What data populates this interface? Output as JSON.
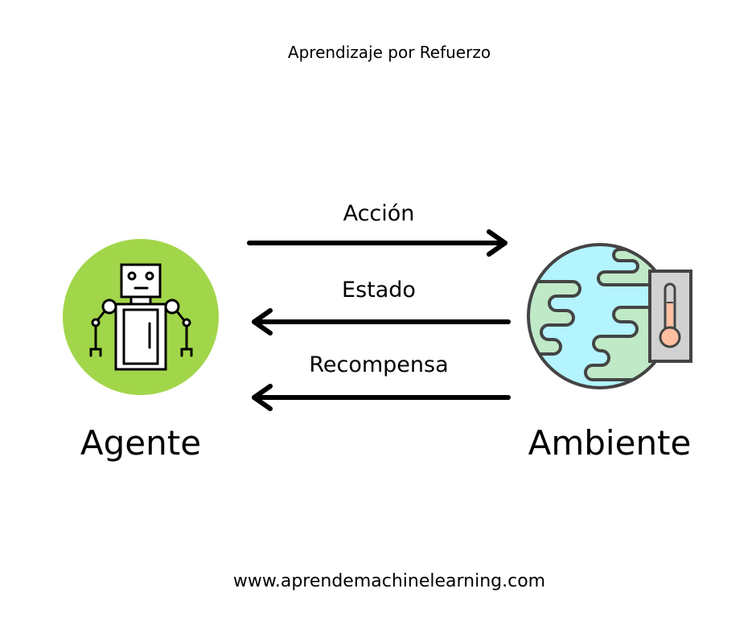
{
  "title": "Aprendizaje por Refuerzo",
  "arrows": {
    "action": "Acción",
    "state": "Estado",
    "reward": "Recompensa"
  },
  "agent_label": "Agente",
  "environment_label": "Ambiente",
  "footer_url": "www.aprendemachinelearning.com",
  "colors": {
    "agent_circle": "#a2d64a",
    "ocean": "#b3f4fe",
    "land": "#c0e9c8",
    "outline": "#444444",
    "thermometer_box": "#d1d1d1",
    "mercury": "#ffbfa0"
  }
}
